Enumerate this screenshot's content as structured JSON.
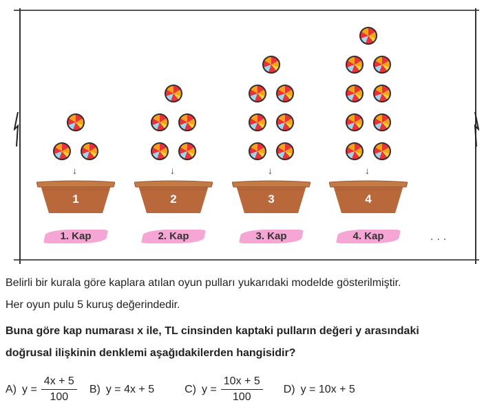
{
  "figure": {
    "cups": [
      {
        "number": "1",
        "label": "1. Kap",
        "tokens": 3
      },
      {
        "number": "2",
        "label": "2. Kap",
        "tokens": 5
      },
      {
        "number": "3",
        "label": "3. Kap",
        "tokens": 7
      },
      {
        "number": "4",
        "label": "4. Kap",
        "tokens": 9
      }
    ],
    "ellipsis": "...",
    "colors": {
      "basket": "#b8683a",
      "label_bg": "#f5a6d4",
      "token_red": "#e8333a"
    }
  },
  "text": {
    "line1": "Belirli bir kurala göre kaplara atılan oyun pulları yukarıdaki modelde gösterilmiştir.",
    "line2": "Her oyun pulu 5 kuruş değerindedir.",
    "question1": "Buna göre kap numarası x ile, TL cinsinden kaptaki pulların değeri y arasındaki",
    "question2": "doğrusal ilişkinin denklemi aşağıdakilerden hangisidir?"
  },
  "options": {
    "a": {
      "letter": "A)",
      "lhs": "y =",
      "num": "4x + 5",
      "den": "100"
    },
    "b": {
      "letter": "B)",
      "expr": "y = 4x + 5"
    },
    "c": {
      "letter": "C)",
      "lhs": "y =",
      "num": "10x + 5",
      "den": "100"
    },
    "d": {
      "letter": "D)",
      "expr": "y = 10x + 5"
    }
  }
}
